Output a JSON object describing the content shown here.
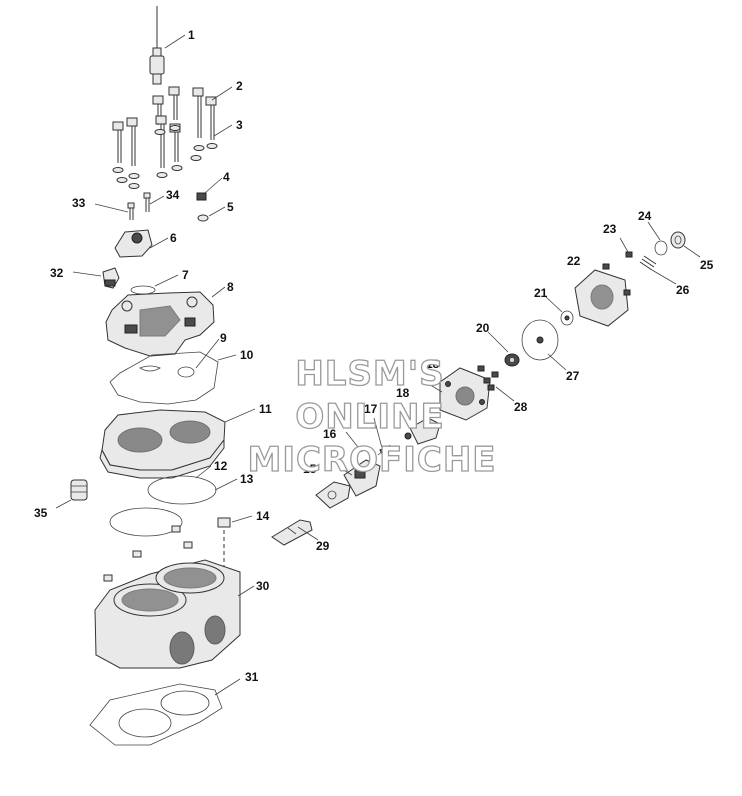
{
  "watermark": {
    "line1": "HLSM'S",
    "line2": "ONLINE",
    "line3": "MICROFICHE"
  },
  "callouts": {
    "n1": "1",
    "n2": "2",
    "n3": "3",
    "n4": "4",
    "n5": "5",
    "n6": "6",
    "n7": "7",
    "n8": "8",
    "n9": "9",
    "n10": "10",
    "n11": "11",
    "n12": "12",
    "n13": "13",
    "n14": "14",
    "n15": "15",
    "n16": "16",
    "n17": "17",
    "n18": "18",
    "n18b": "18",
    "n20": "20",
    "n21": "21",
    "n22": "22",
    "n23": "23",
    "n24": "24",
    "n25": "25",
    "n26": "26",
    "n27": "27",
    "n28": "28",
    "n29": "29",
    "n30": "30",
    "n31": "31",
    "n32": "32",
    "n33": "33",
    "n34": "34",
    "n35": "35"
  }
}
